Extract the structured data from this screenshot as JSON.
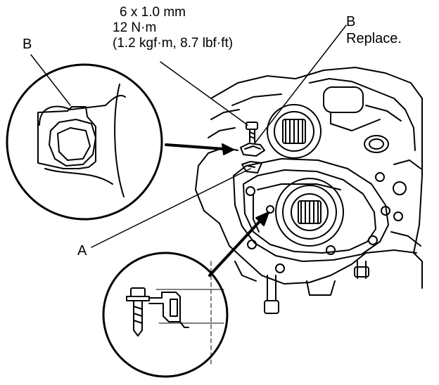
{
  "spec": {
    "size": "6 x 1.0 mm",
    "torque_nm": "12 N·m",
    "torque_alt": "(1.2 kgf·m, 8.7 lbf·ft)"
  },
  "labels": {
    "b_top": "B",
    "b_top_note": "Replace.",
    "b_left": "B",
    "a": "A"
  },
  "colors": {
    "line": "#000000",
    "background": "#ffffff"
  }
}
